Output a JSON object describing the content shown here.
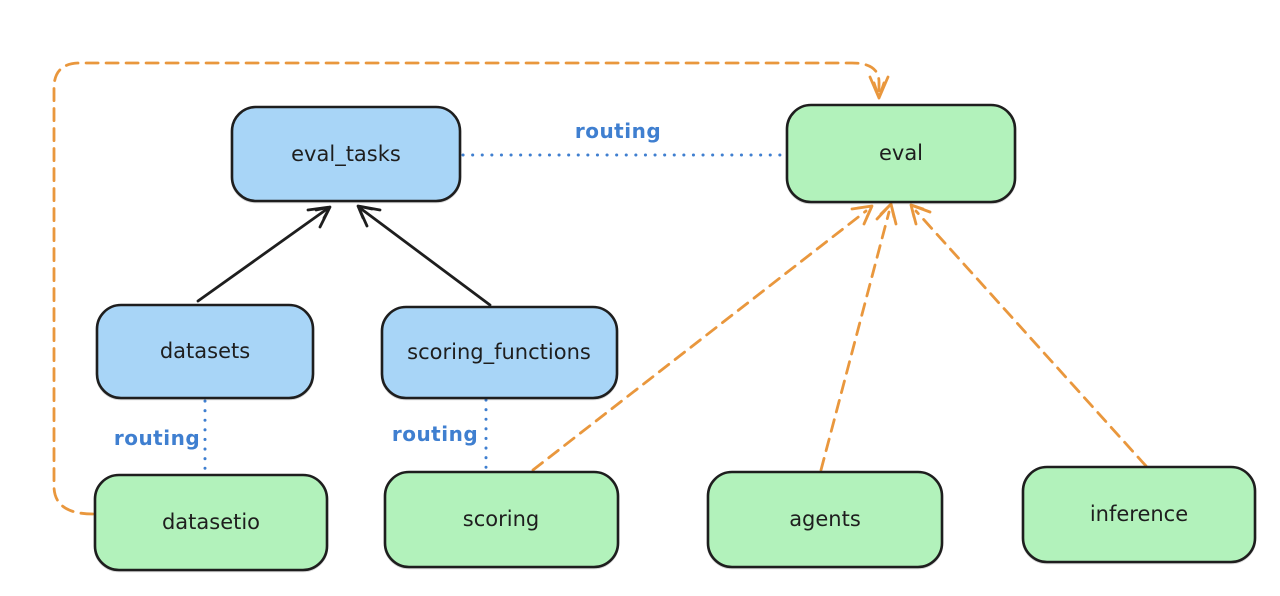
{
  "canvas": {
    "background": "#ffffff"
  },
  "colors": {
    "node_stroke": "#1e1e1e",
    "node_text": "#1e1e1e",
    "blue_fill": "#a8d5f7",
    "green_fill": "#b2f2bb",
    "routing_blue": "#3f7fd0",
    "arrow_black": "#1e1e1e",
    "arrow_orange": "#e9973d"
  },
  "nodes": {
    "eval_tasks": {
      "label": "eval_tasks",
      "color": "blue"
    },
    "eval": {
      "label": "eval",
      "color": "green"
    },
    "datasets": {
      "label": "datasets",
      "color": "blue"
    },
    "scoring_functions": {
      "label": "scoring_functions",
      "color": "blue"
    },
    "datasetio": {
      "label": "datasetio",
      "color": "green"
    },
    "scoring": {
      "label": "scoring",
      "color": "green"
    },
    "agents": {
      "label": "agents",
      "color": "green"
    },
    "inference": {
      "label": "inference",
      "color": "green"
    }
  },
  "edge_labels": {
    "eval_tasks_eval": "routing",
    "datasets_datasetio": "routing",
    "scoring_functions_scoring": "routing"
  },
  "edges": [
    {
      "from": "datasets",
      "to": "eval_tasks",
      "style": "solid",
      "arrow": true,
      "color": "black"
    },
    {
      "from": "scoring_functions",
      "to": "eval_tasks",
      "style": "solid",
      "arrow": true,
      "color": "black"
    },
    {
      "from": "eval_tasks",
      "to": "eval",
      "style": "dotted",
      "arrow": false,
      "color": "blue",
      "label": "routing"
    },
    {
      "from": "datasets",
      "to": "datasetio",
      "style": "dotted",
      "arrow": false,
      "color": "blue",
      "label": "routing"
    },
    {
      "from": "scoring_functions",
      "to": "scoring",
      "style": "dotted",
      "arrow": false,
      "color": "blue",
      "label": "routing"
    },
    {
      "from": "datasetio",
      "to": "eval",
      "style": "dashed",
      "arrow": true,
      "color": "orange",
      "route": "left-and-over-top"
    },
    {
      "from": "scoring",
      "to": "eval",
      "style": "dashed",
      "arrow": true,
      "color": "orange"
    },
    {
      "from": "agents",
      "to": "eval",
      "style": "dashed",
      "arrow": true,
      "color": "orange"
    },
    {
      "from": "inference",
      "to": "eval",
      "style": "dashed",
      "arrow": true,
      "color": "orange"
    }
  ]
}
